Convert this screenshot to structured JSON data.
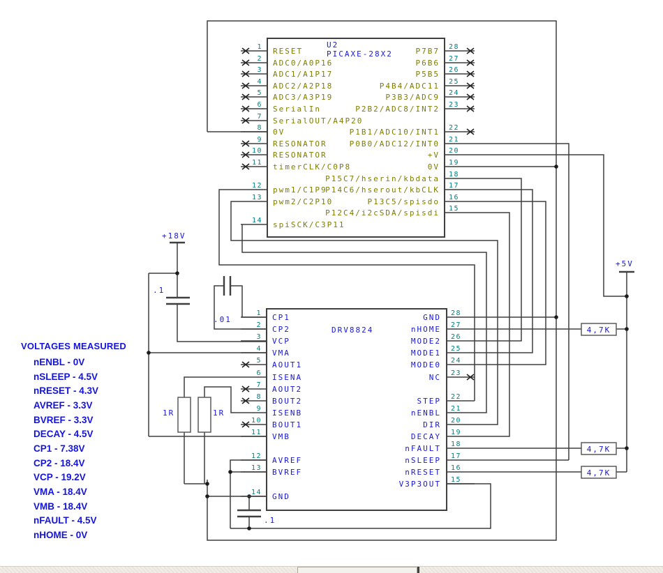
{
  "schematic": {
    "u2": {
      "ref": "U2",
      "part": "PICAXE-28X2",
      "rows": [
        {
          "l": {
            "n": 1,
            "label": "RESET",
            "nc": true
          },
          "r": {
            "n": 28,
            "label": "P7B7",
            "nc": true
          }
        },
        {
          "l": {
            "n": 2,
            "label": "ADC0/A0P16",
            "nc": true
          },
          "r": {
            "n": 27,
            "label": "P6B6",
            "nc": true
          }
        },
        {
          "l": {
            "n": 3,
            "label": "ADC1/A1P17",
            "nc": true
          },
          "r": {
            "n": 26,
            "label": "P5B5",
            "nc": true
          }
        },
        {
          "l": {
            "n": 4,
            "label": "ADC2/A2P18",
            "nc": true
          },
          "r": {
            "n": 25,
            "label": "P4B4/ADC11",
            "nc": true
          }
        },
        {
          "l": {
            "n": 5,
            "label": "ADC3/A3P19",
            "nc": true
          },
          "r": {
            "n": 24,
            "label": "P3B3/ADC9",
            "nc": true
          }
        },
        {
          "l": {
            "n": 6,
            "label": "SerialIn",
            "nc": true
          },
          "r": {
            "n": 23,
            "label": "P2B2/ADC8/INT2",
            "nc": true
          }
        },
        {
          "l": {
            "n": 7,
            "label": "SerialOUT/A4P20",
            "nc": true
          },
          "r": null
        },
        {
          "l": {
            "n": 8,
            "label": "0V",
            "nc": false
          },
          "r": {
            "n": 22,
            "label": "P1B1/ADC10/INT1",
            "nc": true
          }
        },
        {
          "l": {
            "n": 9,
            "label": "RESONATOR",
            "nc": true
          },
          "r": {
            "n": 21,
            "label": "P0B0/ADC12/INT0",
            "nc": false
          }
        },
        {
          "l": {
            "n": 10,
            "label": "RESONATOR",
            "nc": true
          },
          "r": {
            "n": 20,
            "label": "+V",
            "nc": false
          }
        },
        {
          "l": {
            "n": 11,
            "label": "timerCLK/C0P8",
            "nc": true
          },
          "r": {
            "n": 19,
            "label": "0V",
            "nc": false
          }
        },
        {
          "l": null,
          "r": {
            "n": 18,
            "label": "P15C7/hserin/kbdata",
            "nc": false
          }
        },
        {
          "l": {
            "n": 12,
            "label": "pwm1/C1P9",
            "nc": false
          },
          "r": {
            "n": 17,
            "label": "P14C6/hserout/kbCLK",
            "nc": false
          }
        },
        {
          "l": {
            "n": 13,
            "label": "pwm2/C2P10",
            "nc": false
          },
          "r": {
            "n": 16,
            "label": "P13C5/spisdo",
            "nc": false
          }
        },
        {
          "l": null,
          "r": {
            "n": 15,
            "label": "P12C4/i2cSDA/spisdi",
            "nc": false
          }
        },
        {
          "l": {
            "n": 14,
            "label": "spiSCK/C3P11",
            "nc": false
          },
          "r": null
        }
      ]
    },
    "drv": {
      "part": "DRV8824",
      "rows": [
        {
          "l": {
            "n": 1,
            "label": "CP1",
            "nc": false
          },
          "r": {
            "n": 28,
            "label": "GND",
            "nc": false
          }
        },
        {
          "l": {
            "n": 2,
            "label": "CP2",
            "nc": false
          },
          "r": {
            "n": 27,
            "label": "nHOME",
            "nc": false
          }
        },
        {
          "l": {
            "n": 3,
            "label": "VCP",
            "nc": false
          },
          "r": {
            "n": 26,
            "label": "MODE2",
            "nc": false
          }
        },
        {
          "l": {
            "n": 4,
            "label": "VMA",
            "nc": false
          },
          "r": {
            "n": 25,
            "label": "MODE1",
            "nc": false
          }
        },
        {
          "l": {
            "n": 5,
            "label": "AOUT1",
            "nc": true
          },
          "r": {
            "n": 24,
            "label": "MODE0",
            "nc": false
          }
        },
        {
          "l": {
            "n": 6,
            "label": "ISENA",
            "nc": false
          },
          "r": {
            "n": 23,
            "label": "NC",
            "nc": true
          }
        },
        {
          "l": {
            "n": 7,
            "label": "AOUT2",
            "nc": true
          },
          "r": null
        },
        {
          "l": {
            "n": 8,
            "label": "BOUT2",
            "nc": true
          },
          "r": {
            "n": 22,
            "label": "STEP",
            "nc": false
          }
        },
        {
          "l": {
            "n": 9,
            "label": "ISENB",
            "nc": false
          },
          "r": {
            "n": 21,
            "label": "nENBL",
            "nc": false
          }
        },
        {
          "l": {
            "n": 10,
            "label": "BOUT1",
            "nc": true
          },
          "r": {
            "n": 20,
            "label": "DIR",
            "nc": false
          }
        },
        {
          "l": {
            "n": 11,
            "label": "VMB",
            "nc": false
          },
          "r": {
            "n": 19,
            "label": "DECAY",
            "nc": false
          }
        },
        {
          "l": null,
          "r": {
            "n": 18,
            "label": "nFAULT",
            "nc": false
          }
        },
        {
          "l": {
            "n": 12,
            "label": "AVREF",
            "nc": false
          },
          "r": {
            "n": 17,
            "label": "nSLEEP",
            "nc": false
          }
        },
        {
          "l": {
            "n": 13,
            "label": "BVREF",
            "nc": false
          },
          "r": {
            "n": 16,
            "label": "nRESET",
            "nc": false
          }
        },
        {
          "l": null,
          "r": {
            "n": 15,
            "label": "V3P3OUT",
            "nc": false
          }
        },
        {
          "l": {
            "n": 14,
            "label": "GND",
            "nc": false
          },
          "r": null
        }
      ]
    },
    "power": {
      "v18": "+18V",
      "v5": "+5V"
    },
    "components": {
      "cap_top": ".1",
      "cap_cp": ".01",
      "cap_bottom": ".1",
      "r_sense_1": "1R",
      "r_sense_2": "1R",
      "pullup_1": "4,7K",
      "pullup_2": "4,7K",
      "pullup_3": "4,7K"
    },
    "voltages": {
      "title": "VOLTAGES MEASURED",
      "items": [
        "nENBL - 0V",
        "nSLEEP -  4.5V",
        "nRESET - 4.3V",
        "AVREF - 3.3V",
        "BVREF - 3.3V",
        "DECAY - 4.5V",
        "CP1 - 7.38V",
        "CP2 - 18.4V",
        "VCP - 19.2V",
        "VMA - 18.4V",
        "VMB - 18.4V",
        "nFAULT - 4.5V",
        "nHOME - 0V"
      ]
    }
  }
}
